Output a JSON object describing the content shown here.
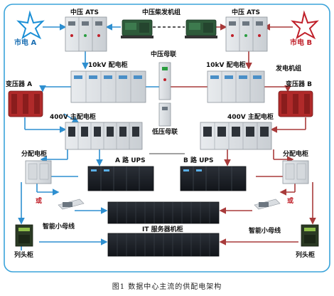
{
  "labels": {
    "ats_left": "中压 ATS",
    "ats_right": "中压 ATS",
    "generator_set": "中压柴发机组",
    "mains_a": "市电 A",
    "mains_b": "市电 B",
    "mv_bus_tie": "中压母联",
    "cab_10kv_left": "10kV 配电柜",
    "cab_10kv_right": "10kV 配电柜",
    "generator_group": "发电机组",
    "transformer_a": "变压器 A",
    "transformer_b": "变压器 B",
    "main_400v_left": "400V 主配电柜",
    "main_400v_right": "400V 主配电柜",
    "lv_bus_tie": "低压母联",
    "dist_left": "分配电柜",
    "dist_right": "分配电柜",
    "ups_a": "A 路 UPS",
    "ups_b": "B 路 UPS",
    "or_left": "或",
    "or_right": "或",
    "busway_left": "智能小母线",
    "busway_right": "智能小母线",
    "it_racks": "IT 服务器机柜",
    "head_left": "列头柜",
    "head_right": "列头柜"
  },
  "caption": "图1    数据中心主流的供配电架构",
  "colors": {
    "path_a": "#2e8fd0",
    "path_b": "#a83a3a",
    "frame": "#3aa3da",
    "star": "#1b8fd6",
    "transformer": "#b02a2a"
  }
}
